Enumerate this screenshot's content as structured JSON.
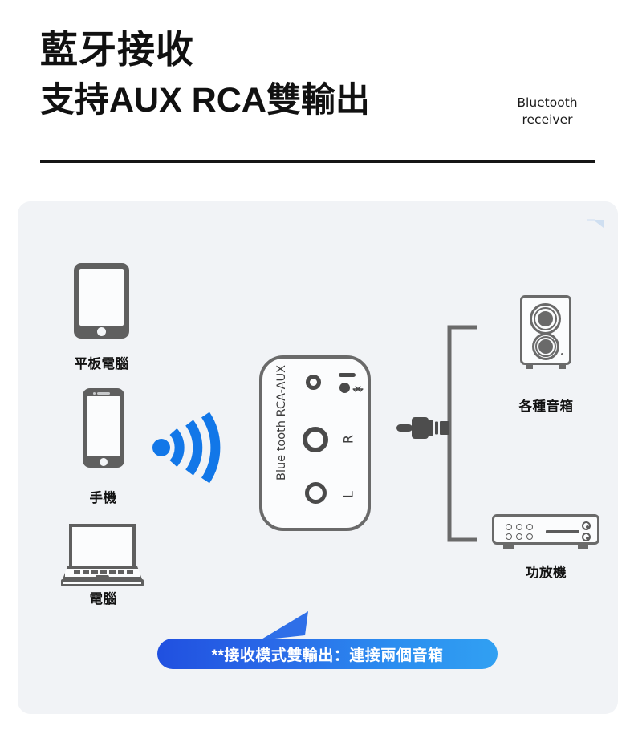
{
  "header": {
    "headline_line1": "藍牙接收",
    "headline_line2": "支持AUX RCA雙輸出",
    "eyebrow_line1": "Bluetooth",
    "eyebrow_line2": "receiver"
  },
  "diagram": {
    "sources": [
      {
        "label": "平板電腦",
        "icon": "tablet-icon"
      },
      {
        "label": "手機",
        "icon": "phone-icon"
      },
      {
        "label": "電腦",
        "icon": "laptop-icon"
      }
    ],
    "signal": {
      "icon": "bluetooth-wave-icon",
      "color": "#1277e8"
    },
    "receiver": {
      "brand_text": "Blue tooth RCA-AUX",
      "channel_right": "R",
      "channel_left": "L",
      "led_icon": "led-indicator-icon",
      "bluetooth_icon": "bluetooth-icon",
      "jack_right": "rca-jack-right",
      "jack_left": "rca-jack-left"
    },
    "cable": {
      "plug_icon": "aux-plug-icon",
      "split_icon": "splitter-cable-icon"
    },
    "outputs": [
      {
        "label": "各種音箱",
        "icon": "speaker-icon"
      },
      {
        "label": "功放機",
        "icon": "amplifier-icon"
      }
    ],
    "callout": {
      "text": "**接收模式雙輸出：連接兩個音箱",
      "gradient_from": "#2050e0",
      "gradient_to": "#31a0f2"
    }
  },
  "colors": {
    "panel_bg": "#f1f3f6",
    "device_gray": "#6a6a6a",
    "text_dark": "#111111",
    "accent_blue": "#1277e8"
  }
}
